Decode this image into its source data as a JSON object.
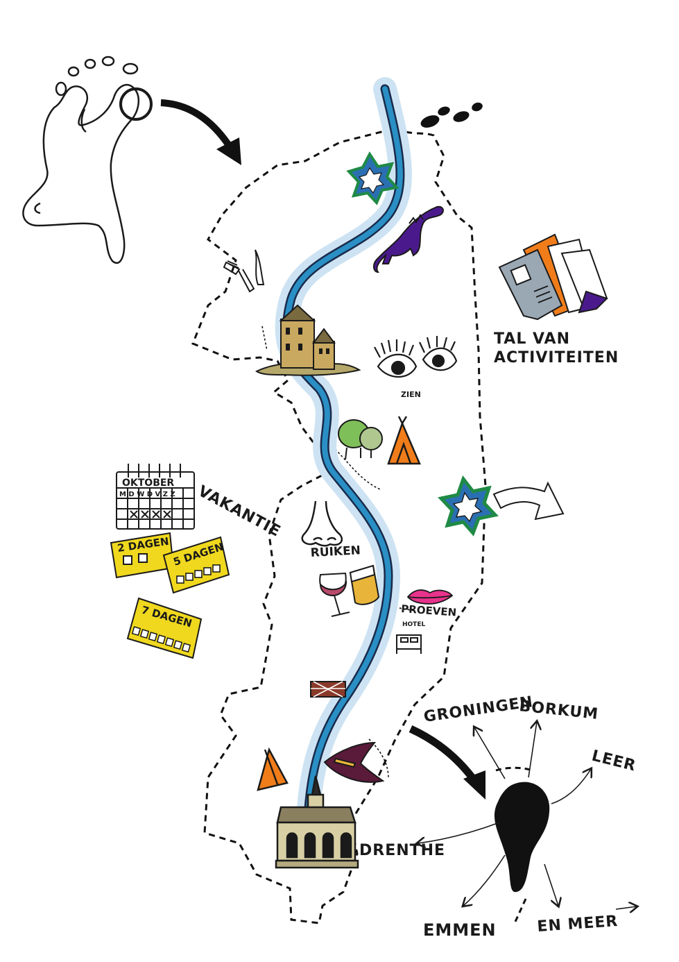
{
  "labels": {
    "activities_line1": "TAL VAN",
    "activities_line2": "ACTIVITEITEN",
    "see": "ZIEN",
    "holiday": "VAKANTIE",
    "calendar_month": "OKTOBER",
    "calendar_days": "M D W D V Z Z",
    "two_days": "2 DAGEN",
    "five_days": "5 DAGEN",
    "seven_days": "7 DAGEN",
    "smell": "RUIKEN",
    "taste": "PROEVEN",
    "hotel": "HOTEL",
    "groningen": "GRONINGEN",
    "borkum": "BORKUM",
    "leer": "LEER",
    "drenthe": "DRENTHE",
    "emmen": "EMMEN",
    "and_more": "EN MEER"
  },
  "icons": [
    "footprint-icon",
    "river",
    "star-icon",
    "dinosaur-icon",
    "cutlery-icon",
    "castle-icon",
    "eyes-icon",
    "trees-icon",
    "tent-icon",
    "brochures-icon",
    "calendar-icon",
    "nose-icon",
    "wine-glass-icon",
    "beer-glass-icon",
    "lips-icon",
    "bed-icon",
    "gate-icon",
    "witch-hat-icon",
    "church-icon",
    "shoe-prints-icon"
  ],
  "colors": {
    "river": "#2a8fc4",
    "river_halo": "#cde3f3",
    "star_blue": "#2b6fb3",
    "star_green": "#1f8a45",
    "dino": "#4a1a8c",
    "tent": "#f07d1a",
    "ticket": "#f0d81e",
    "lips": "#e8338c",
    "wine": "#b84a6a",
    "beer": "#e8b53a",
    "castle": "#c9a860",
    "church": "#d8cfa4",
    "gate": "#8a3a2a"
  }
}
